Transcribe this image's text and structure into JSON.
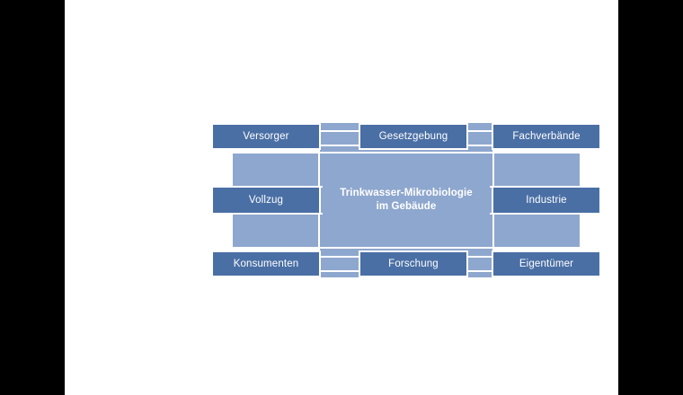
{
  "image": {
    "background_color": "#000000",
    "page_color": "#ffffff",
    "hub_color": "#8ea7ce",
    "node_color": "#4a6fa5",
    "outline_color": "#ffffff",
    "text_color": "#ffffff"
  },
  "diagram": {
    "type": "hub-and-spoke",
    "hub": {
      "line1": "Trinkwasser-Mikrobiologie",
      "line2": "im Gebäude"
    },
    "nodes": [
      {
        "id": "versorger",
        "label": "Versorger",
        "position": "top-left"
      },
      {
        "id": "gesetzgebung",
        "label": "Gesetzgebung",
        "position": "top-center"
      },
      {
        "id": "fachverbaende",
        "label": "Fachverbände",
        "position": "top-right"
      },
      {
        "id": "vollzug",
        "label": "Vollzug",
        "position": "middle-left"
      },
      {
        "id": "industrie",
        "label": "Industrie",
        "position": "middle-right"
      },
      {
        "id": "konsumenten",
        "label": "Konsumenten",
        "position": "bottom-left"
      },
      {
        "id": "forschung",
        "label": "Forschung",
        "position": "bottom-center"
      },
      {
        "id": "eigentuemer",
        "label": "Eigentümer",
        "position": "bottom-right"
      }
    ]
  }
}
